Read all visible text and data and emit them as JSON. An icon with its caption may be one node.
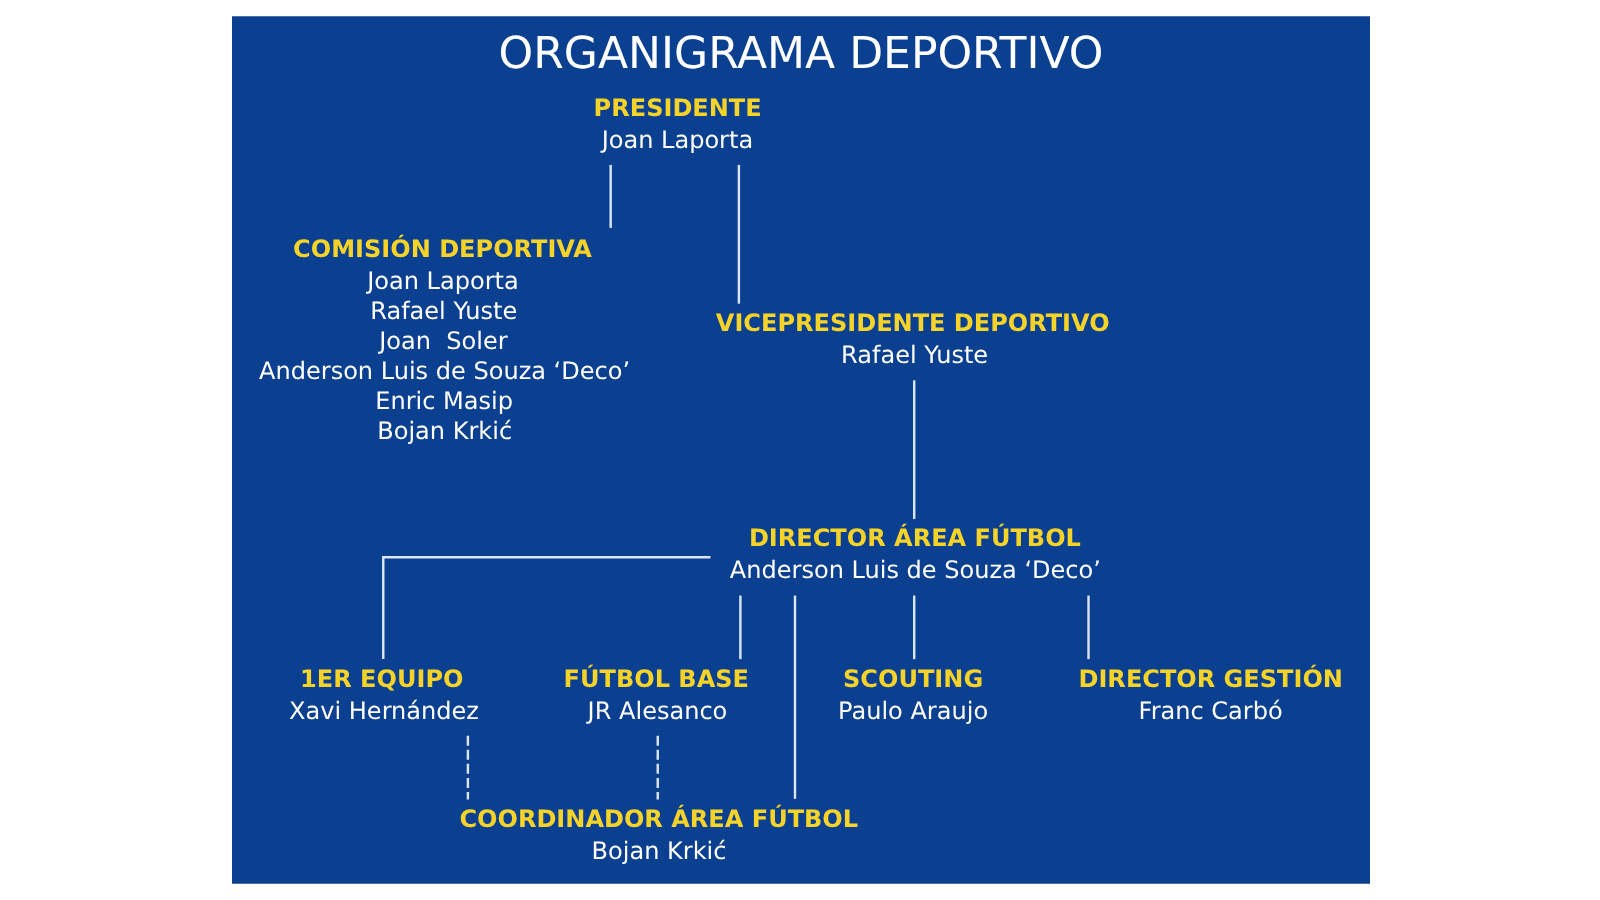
{
  "diagram": {
    "title": "ORGANIGRAMA DEPORTIVO",
    "nodes": [
      {
        "text": [
          "PRESIDENTE",
          "Joan Laporta"
        ]
      },
      {
        "text": [
          "COMISIÓN DEPORTIVA",
          "Joan Laporta",
          "Rafael Yuste",
          "Joan  Soler",
          "Anderson Luis de Souza ‘Deco’",
          "Enric Masip",
          "Bojan Krkić"
        ]
      },
      {
        "text": [
          "VICEPRESIDENTE DEPORTIVO",
          "Rafael Yuste"
        ]
      },
      {
        "text": [
          "DIRECTOR ÁREA FÚTBOL",
          "Anderson Luis de Souza ‘Deco’"
        ]
      },
      {
        "text": [
          "1ER EQUIPO",
          "Xavi Hernández"
        ]
      },
      {
        "text": [
          "FÚTBOL BASE",
          "JR Alesanco"
        ]
      },
      {
        "text": [
          "SCOUTING",
          "Paulo Araujo"
        ]
      },
      {
        "text": [
          "DIRECTOR GESTIÓN",
          "Franc Carbó"
        ]
      },
      {
        "text": [
          "COORDINADOR ÁREA FÚTBOL",
          "Bojan Krkić"
        ]
      }
    ],
    "edges": [
      {
        "from": 0,
        "to": 1,
        "arrow": "none"
      },
      {
        "from": 0,
        "to": 2,
        "arrow": "none"
      },
      {
        "from": 2,
        "to": 3,
        "arrow": "none"
      },
      {
        "from": 3,
        "to": 4,
        "arrow": "none"
      },
      {
        "from": 3,
        "to": 8,
        "arrow": "none"
      },
      {
        "from": 3,
        "to": 5,
        "arrow": "none"
      },
      {
        "from": 3,
        "to": 6,
        "arrow": "none"
      },
      {
        "from": 3,
        "to": 7,
        "arrow": "none"
      },
      {
        "from": 4,
        "to": 8,
        "arrow": "none",
        "style": "dashed"
      },
      {
        "from": 5,
        "to": 8,
        "arrow": "none",
        "style": "dashed"
      }
    ]
  }
}
